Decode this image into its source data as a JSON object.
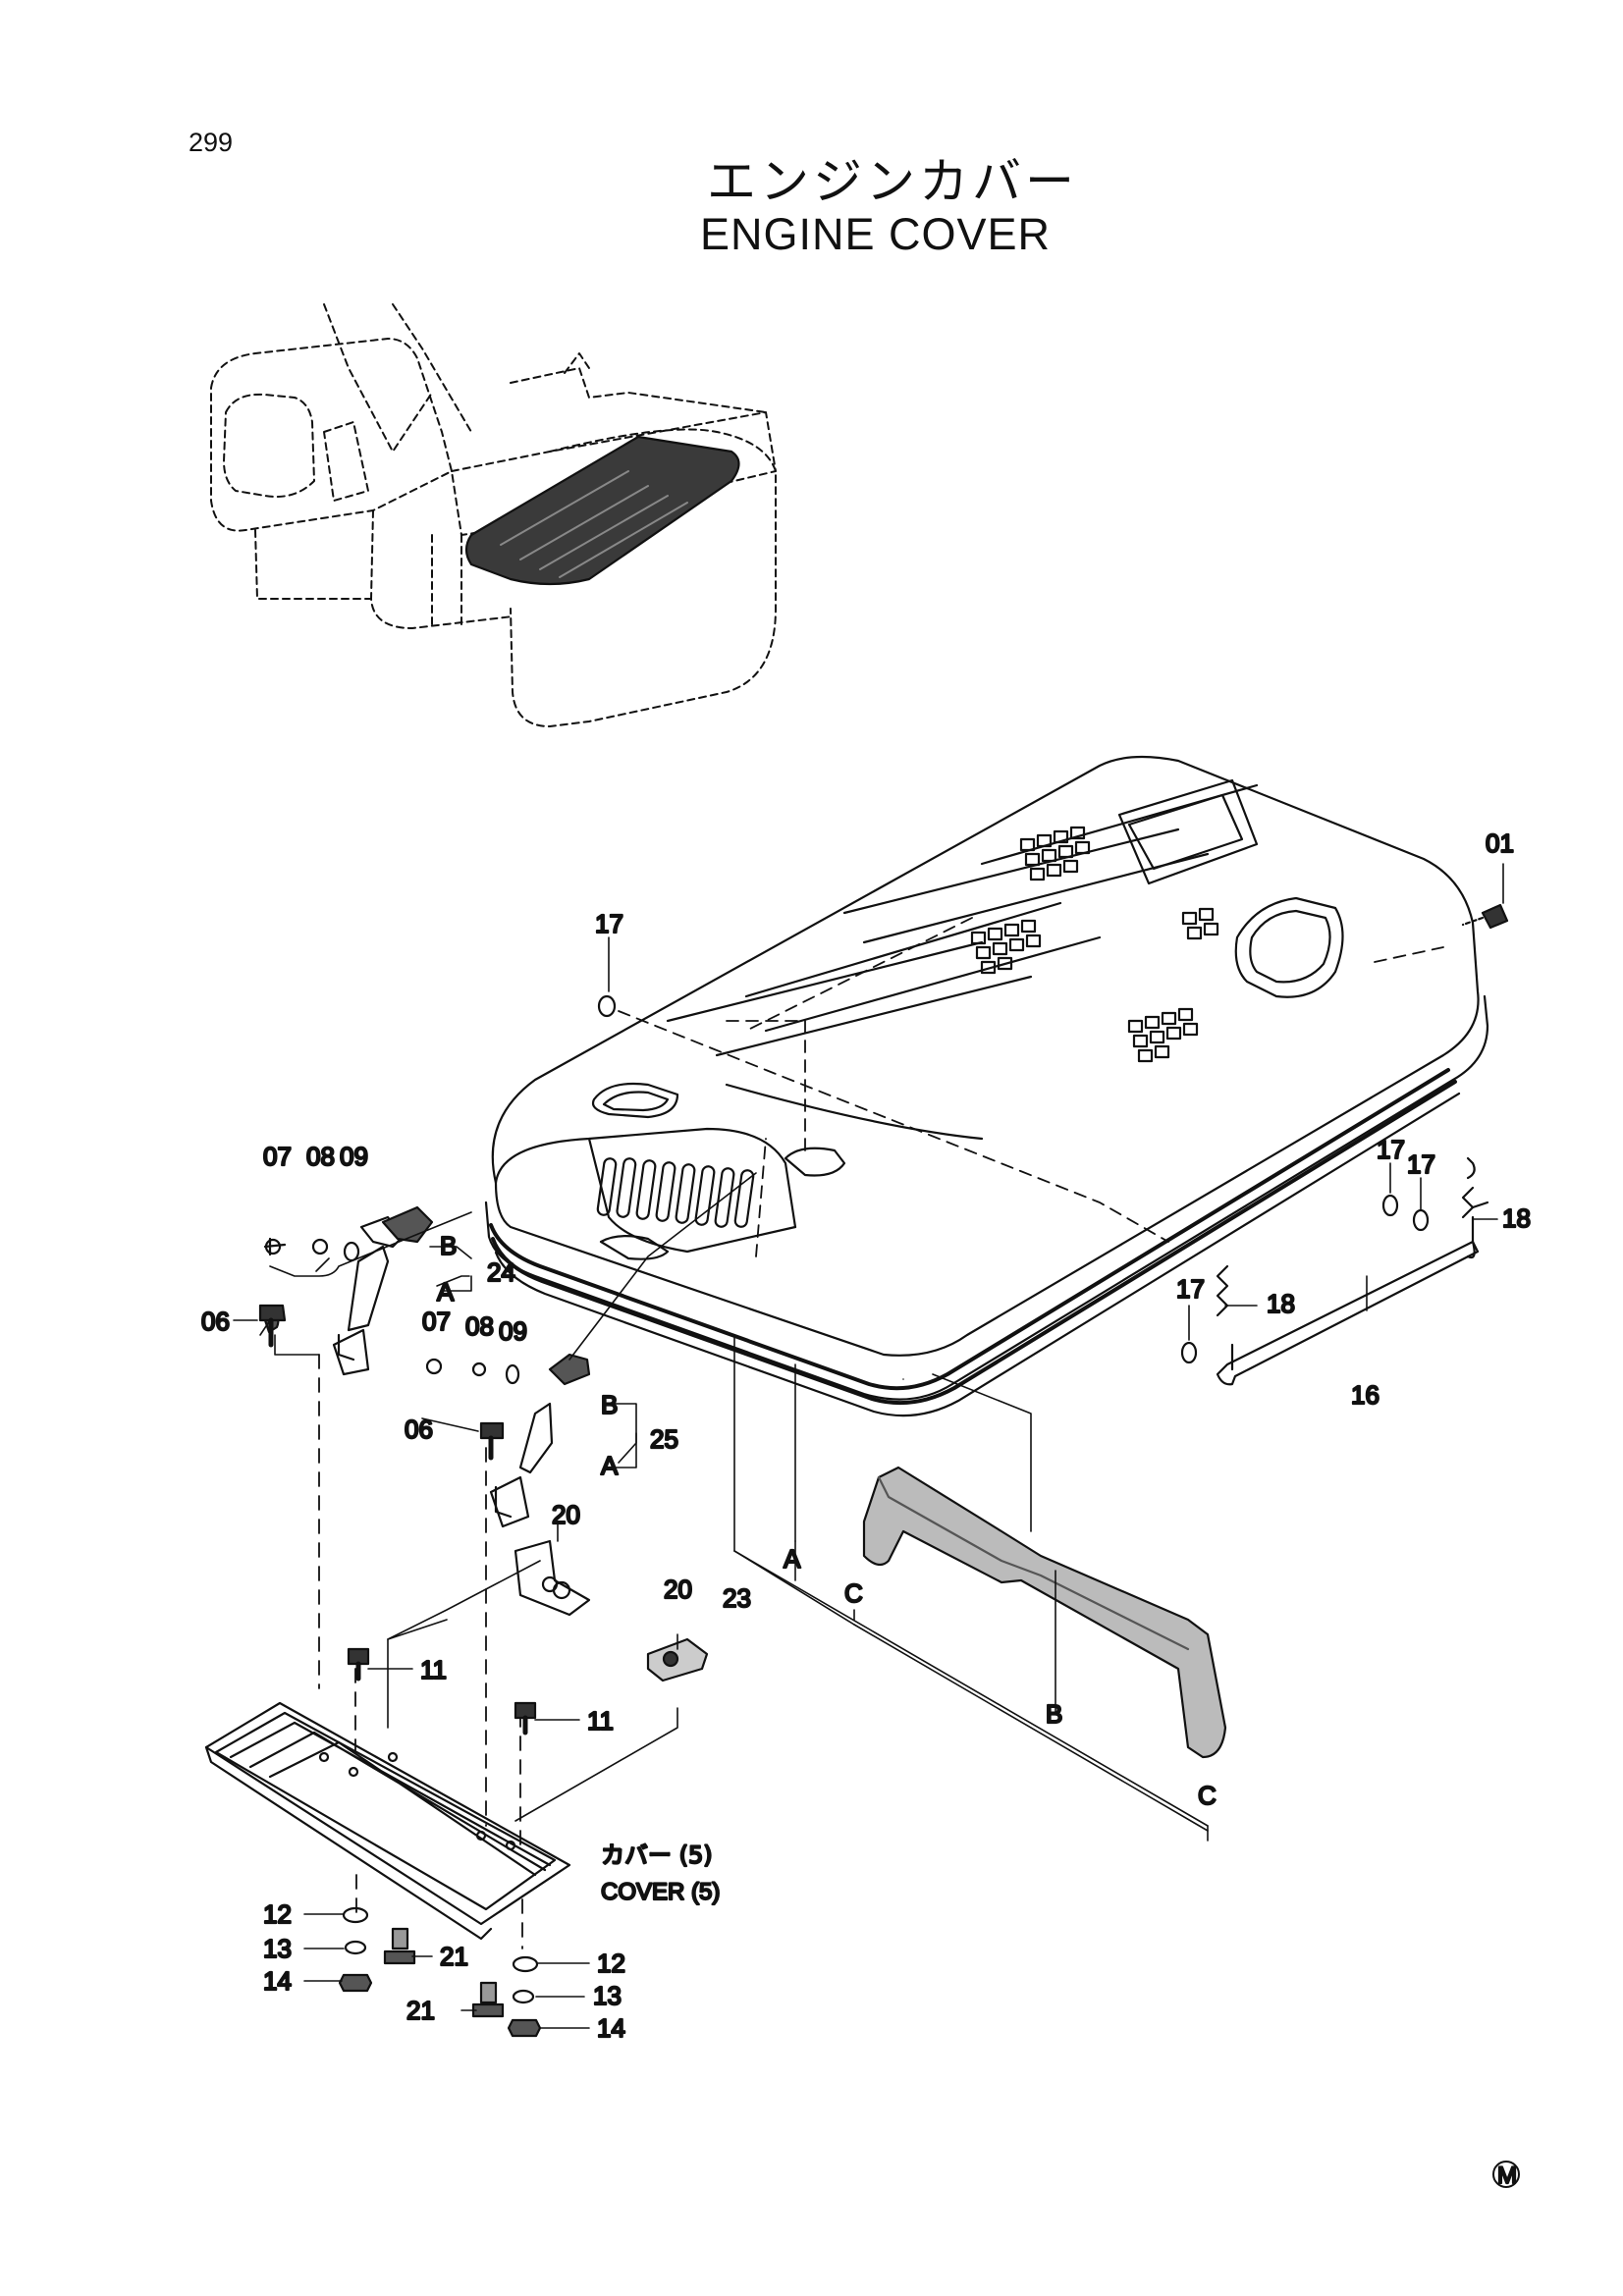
{
  "page": {
    "number": "299",
    "title_jp": "エンジンカバー",
    "title_en": "ENGINE COVER",
    "mark": "M"
  },
  "callouts": {
    "p01": "01",
    "p06a": "06",
    "p06b": "06",
    "p07a": "07",
    "p07b": "07",
    "p08a": "08",
    "p08b": "08",
    "p09a": "09",
    "p09b": "09",
    "p11a": "11",
    "p11b": "11",
    "p12a": "12",
    "p12b": "12",
    "p13a": "13",
    "p13b": "13",
    "p14a": "14",
    "p14b": "14",
    "p16": "16",
    "p17a": "17",
    "p17b": "17",
    "p17c": "17",
    "p17d": "17",
    "p18a": "18",
    "p18b": "18",
    "p20a": "20",
    "p20b": "20",
    "p21a": "21",
    "p21b": "21",
    "p23": "23",
    "p24": "24",
    "p25": "25"
  },
  "letters": {
    "a1": "A",
    "a2": "A",
    "a3": "A",
    "b1": "B",
    "b2": "B",
    "b3": "B",
    "c1": "C",
    "c2": "C"
  },
  "cover_label": {
    "jp": "カバー (5)",
    "en": "COVER (5)"
  }
}
